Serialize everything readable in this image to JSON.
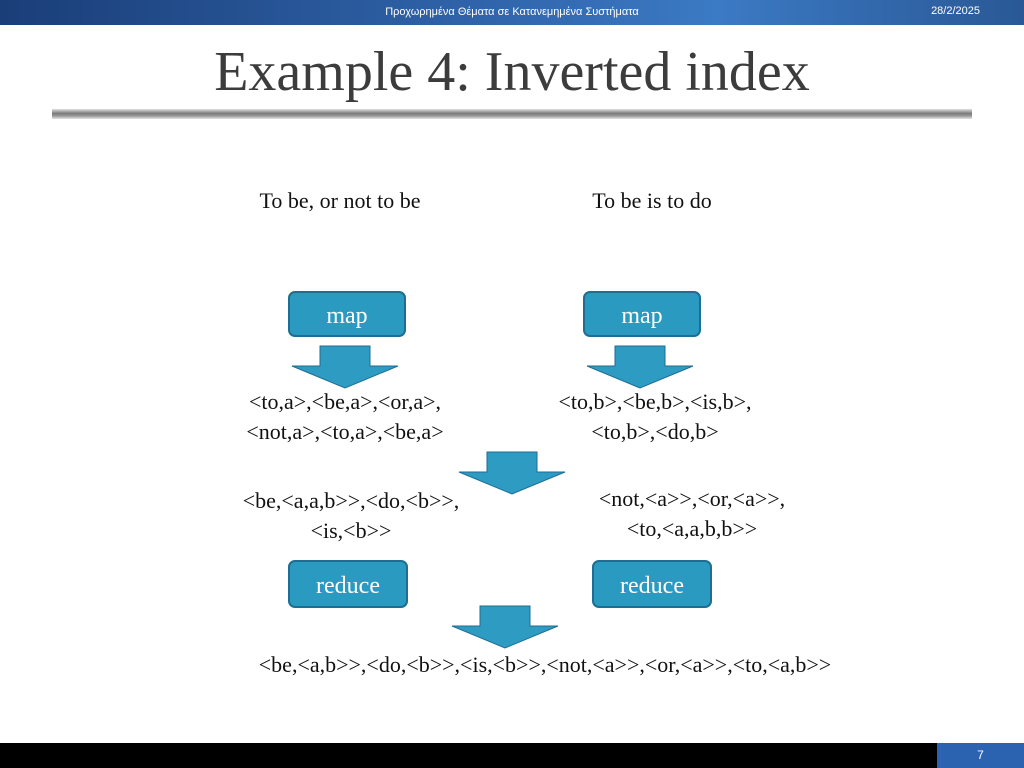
{
  "header": {
    "course": "Προχωρημένα Θέματα σε Κατανεμημένα Συστήματα",
    "date": "28/2/2025"
  },
  "title": "Example 4: Inverted index",
  "inputs": {
    "left": "To be, or not to be",
    "right": "To be is to do"
  },
  "map_label": "map",
  "map_output": {
    "left": [
      "<to,a>,<be,a>,<or,a>,",
      "<not,a>,<to,a>,<be,a>"
    ],
    "right": [
      "<to,b>,<be,b>,<is,b>,",
      "<to,b>,<do,b>"
    ]
  },
  "shuffle_output": {
    "left": [
      "<be,<a,a,b>>,<do,<b>>,",
      "<is,<b>>"
    ],
    "right": [
      "<not,<a>>,<or,<a>>,",
      "<to,<a,a,b,b>>"
    ]
  },
  "reduce_label": "reduce",
  "final_output": "<be,<a,b>>,<do,<b>>,<is,<b>>,<not,<a>>,<or,<a>>,<to,<a,b>>",
  "page_number": "7",
  "colors": {
    "box_fill": "#2b9ac0",
    "box_border": "#1d6e92",
    "arrow_fill": "#2e9bc2",
    "header_blue": "#2f62a8"
  }
}
